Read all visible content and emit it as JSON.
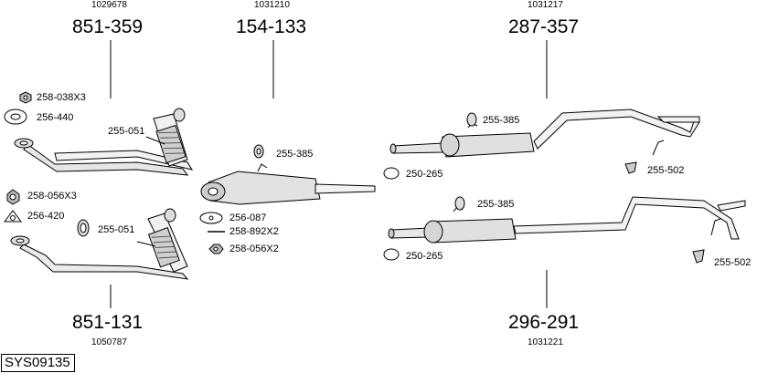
{
  "groups": {
    "g1": {
      "ref": "1029678",
      "part": "851-359"
    },
    "g2": {
      "ref": "1031210",
      "part": "154-133"
    },
    "g3": {
      "ref": "1031217",
      "part": "287-357"
    },
    "g4": {
      "ref": "1050787",
      "part": "851-131"
    },
    "g5": {
      "ref": "1031221",
      "part": "296-291"
    }
  },
  "labels": {
    "l258_038x3": "258-038X3",
    "l256_440": "256-440",
    "l255_051_a": "255-051",
    "l258_056x3": "258-056X3",
    "l256_420": "256-420",
    "l255_051_b": "255-051",
    "l255_385_a": "255-385",
    "l256_087": "256-087",
    "l258_892x2": "258-892X2",
    "l258_056x2": "258-056X2",
    "l255_385_b": "255-385",
    "l250_265_a": "250-265",
    "l255_502_a": "255-502",
    "l255_385_c": "255-385",
    "l250_265_b": "250-265",
    "l255_502_b": "255-502"
  },
  "system_code": "SYS09135"
}
